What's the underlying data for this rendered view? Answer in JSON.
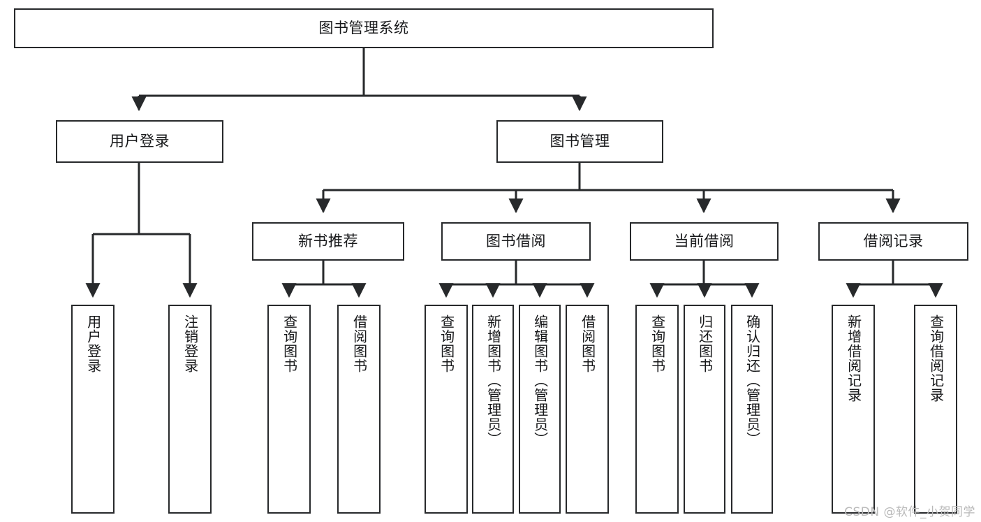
{
  "diagram": {
    "type": "tree-hierarchy",
    "title": "图书管理系统",
    "orientation": "top-down",
    "colors": {
      "stroke": "#27292b",
      "fill": "#ffffff",
      "text": "#17181a",
      "watermark": "#b9b9b9"
    },
    "nodes": {
      "root": {
        "label": "图书管理系统",
        "level": 1
      },
      "level2": [
        {
          "id": "user-login",
          "label": "用户登录"
        },
        {
          "id": "book-management",
          "label": "图书管理"
        }
      ],
      "level3": [
        {
          "id": "new-book-recommend",
          "label": "新书推荐",
          "parent": "book-management"
        },
        {
          "id": "book-borrow",
          "label": "图书借阅",
          "parent": "book-management"
        },
        {
          "id": "current-borrow",
          "label": "当前借阅",
          "parent": "book-management"
        },
        {
          "id": "borrow-record",
          "label": "借阅记录",
          "parent": "book-management"
        }
      ],
      "leaves": [
        {
          "id": "leaf-user-login",
          "label": "用户登录",
          "parent": "user-login"
        },
        {
          "id": "leaf-logout",
          "label": "注销登录",
          "parent": "user-login"
        },
        {
          "id": "leaf-query-book-1",
          "label": "查询图书",
          "parent": "new-book-recommend"
        },
        {
          "id": "leaf-borrow-book-1",
          "label": "借阅图书",
          "parent": "new-book-recommend"
        },
        {
          "id": "leaf-query-book-2",
          "label": "查询图书",
          "parent": "book-borrow"
        },
        {
          "id": "leaf-add-book",
          "label": "新增图书（管理员）",
          "parent": "book-borrow"
        },
        {
          "id": "leaf-edit-book",
          "label": "编辑图书（管理员）",
          "parent": "book-borrow"
        },
        {
          "id": "leaf-borrow-book-2",
          "label": "借阅图书",
          "parent": "book-borrow"
        },
        {
          "id": "leaf-query-book-3",
          "label": "查询图书",
          "parent": "current-borrow"
        },
        {
          "id": "leaf-return-book",
          "label": "归还图书",
          "parent": "current-borrow"
        },
        {
          "id": "leaf-confirm-return",
          "label": "确认归还（管理员）",
          "parent": "current-borrow"
        },
        {
          "id": "leaf-add-record",
          "label": "新增借阅记录",
          "parent": "borrow-record"
        },
        {
          "id": "leaf-query-record",
          "label": "查询借阅记录",
          "parent": "borrow-record"
        }
      ]
    },
    "watermark": "CSDN @软件_小贺同学"
  }
}
